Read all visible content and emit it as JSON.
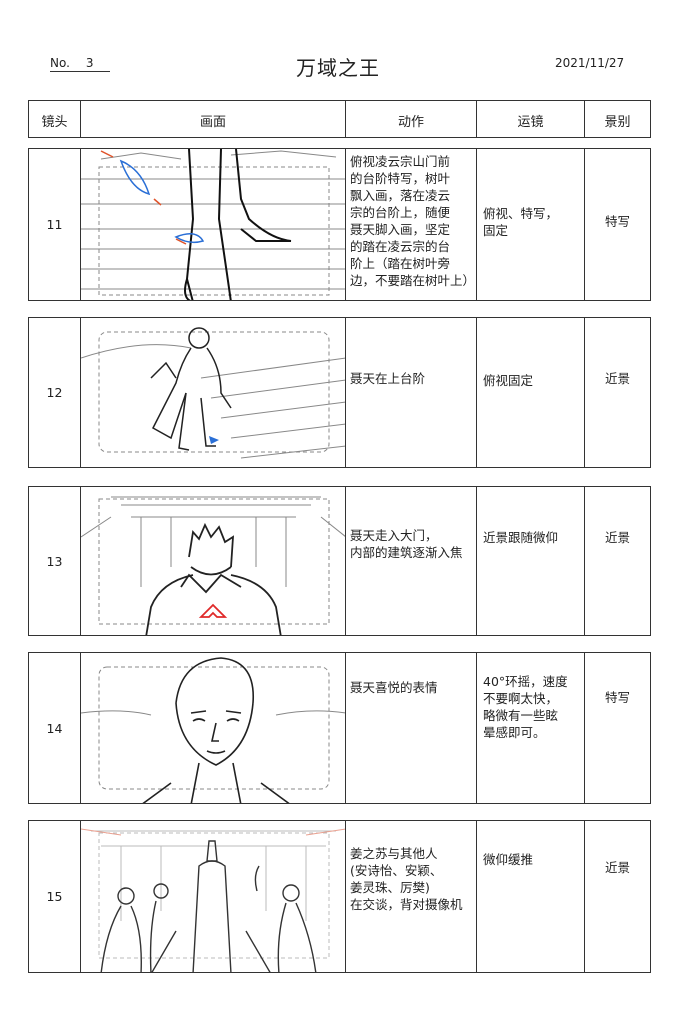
{
  "header": {
    "no_label": "No.",
    "no_value": "3",
    "title": "万域之王",
    "date": "2021/11/27"
  },
  "columns": [
    "镜头",
    "画面",
    "动作",
    "运镜",
    "景别"
  ],
  "shots": [
    {
      "id": "11",
      "action": "俯视凌云宗山门前\n的台阶特写，树叶\n飘入画，落在凌云\n宗的台阶上，随便\n聂天脚入画，坚定\n的踏在凌云宗的台\n阶上（踏在树叶旁\n边，不要踏在树叶上）",
      "camera": "俯视、特写，\n固定",
      "scale": "特写"
    },
    {
      "id": "12",
      "action": "聂天在上台阶",
      "camera": "俯视固定",
      "scale": "近景"
    },
    {
      "id": "13",
      "action": "聂天走入大门，\n内部的建筑逐渐入焦",
      "camera": "近景跟随微仰",
      "scale": "近景"
    },
    {
      "id": "14",
      "action": "聂天喜悦的表情",
      "camera": "40°环摇，速度\n不要啊太快，\n略微有一些眩\n晕感即可。",
      "scale": "特写"
    },
    {
      "id": "15",
      "action": "姜之苏与其他人\n(安诗怡、安颖、\n姜灵珠、厉樊)\n在交谈，背对摄像机",
      "camera": "微仰缓推",
      "scale": "近景"
    }
  ]
}
